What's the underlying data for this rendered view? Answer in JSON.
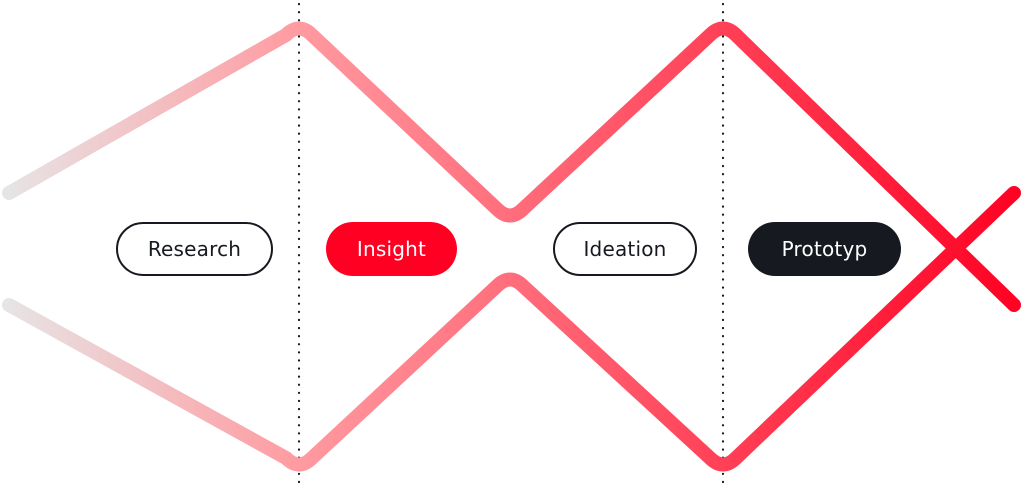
{
  "diagram": {
    "stages": [
      {
        "label": "Research",
        "style": "outline"
      },
      {
        "label": "Insight",
        "style": "filled-red"
      },
      {
        "label": "Ideation",
        "style": "outline"
      },
      {
        "label": "Prototyp",
        "style": "filled-dark"
      }
    ]
  },
  "colors": {
    "gradient_start": "#e6e6e6",
    "gradient_mid": "#ff9ba1",
    "gradient_end": "#ff0022",
    "accent_red": "#ff0022",
    "dark": "#16191f",
    "divider": "#16191f"
  }
}
